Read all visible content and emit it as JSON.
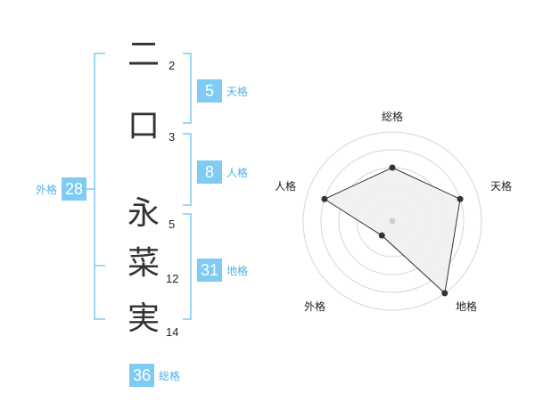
{
  "name": {
    "characters": [
      {
        "char": "二",
        "strokes": "2"
      },
      {
        "char": "口",
        "strokes": "3"
      },
      {
        "char": "永",
        "strokes": "5"
      },
      {
        "char": "菜",
        "strokes": "12"
      },
      {
        "char": "実",
        "strokes": "14"
      }
    ]
  },
  "kakusu": {
    "tenkaku": {
      "value": "5",
      "label": "天格"
    },
    "jinkaku": {
      "value": "8",
      "label": "人格"
    },
    "chikaku": {
      "value": "31",
      "label": "地格"
    },
    "gaikaku": {
      "value": "28",
      "label": "外格"
    },
    "soukaku": {
      "value": "36",
      "label": "総格"
    }
  },
  "colors": {
    "accent": "#7ecbf4",
    "accent_text": "#4fb2e8",
    "text": "#333333",
    "radar_fill": "#f0f0f0",
    "radar_ring": "#d6d6d6"
  },
  "chart_data": {
    "type": "radar",
    "axes": [
      "総格",
      "天格",
      "地格",
      "外格",
      "人格"
    ],
    "max": 5,
    "values": [
      3,
      4,
      5,
      1,
      4
    ],
    "grid": true
  }
}
